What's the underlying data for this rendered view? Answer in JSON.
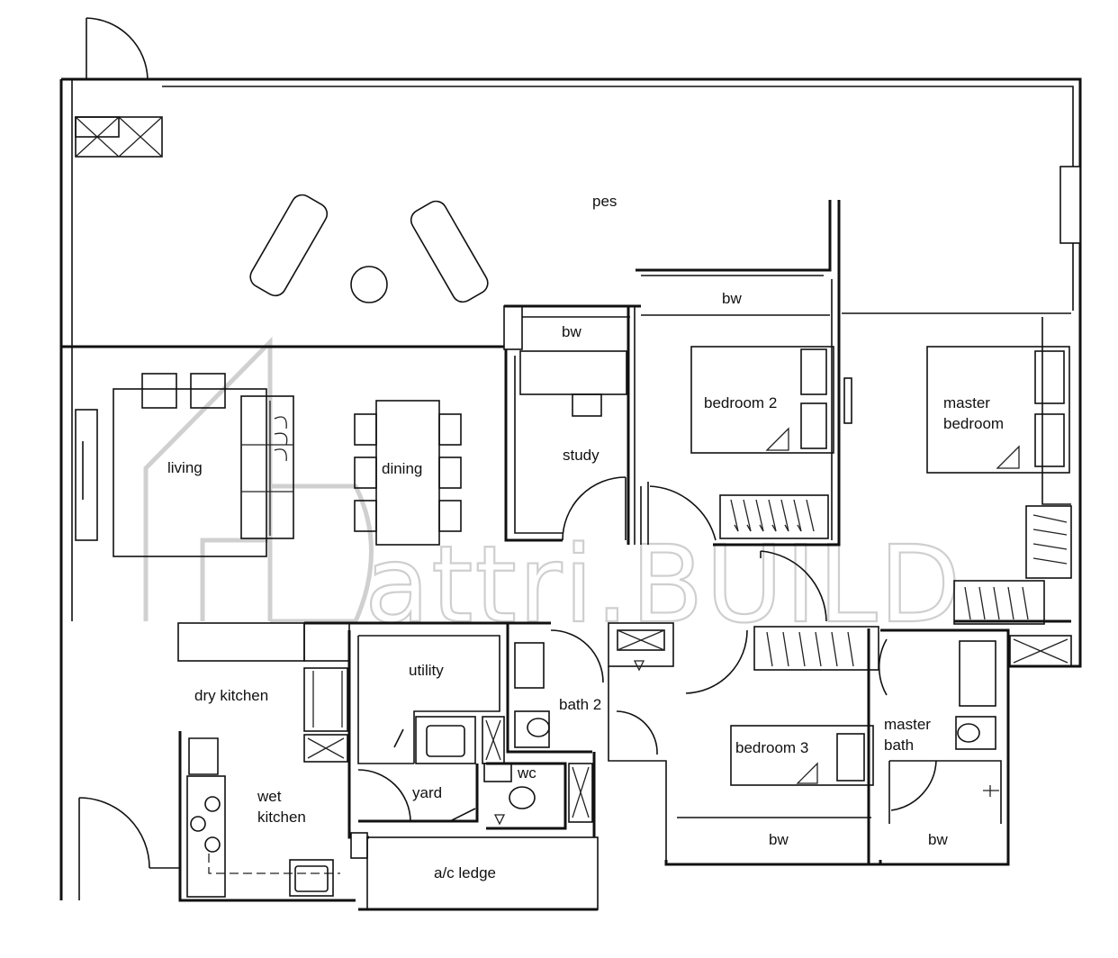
{
  "rooms": {
    "pes": "pes",
    "bw_study": "bw",
    "bw_bedroom2": "bw",
    "living": "living",
    "dining": "dining",
    "study": "study",
    "bedroom_2": "bedroom 2",
    "master_bedroom_line1": "master",
    "master_bedroom_line2": "bedroom",
    "utility": "utility",
    "bath_2": "bath 2",
    "dry_kitchen": "dry kitchen",
    "wet_kitchen_line1": "wet",
    "wet_kitchen_line2": "kitchen",
    "yard": "yard",
    "wc": "wc",
    "bedroom_3": "bedroom 3",
    "master_bath_line1": "master",
    "master_bath_line2": "bath",
    "ac_ledge": "a/c ledge",
    "bw_bedroom3": "bw",
    "bw_master_bath": "bw"
  },
  "watermark": "attri.BUILD"
}
